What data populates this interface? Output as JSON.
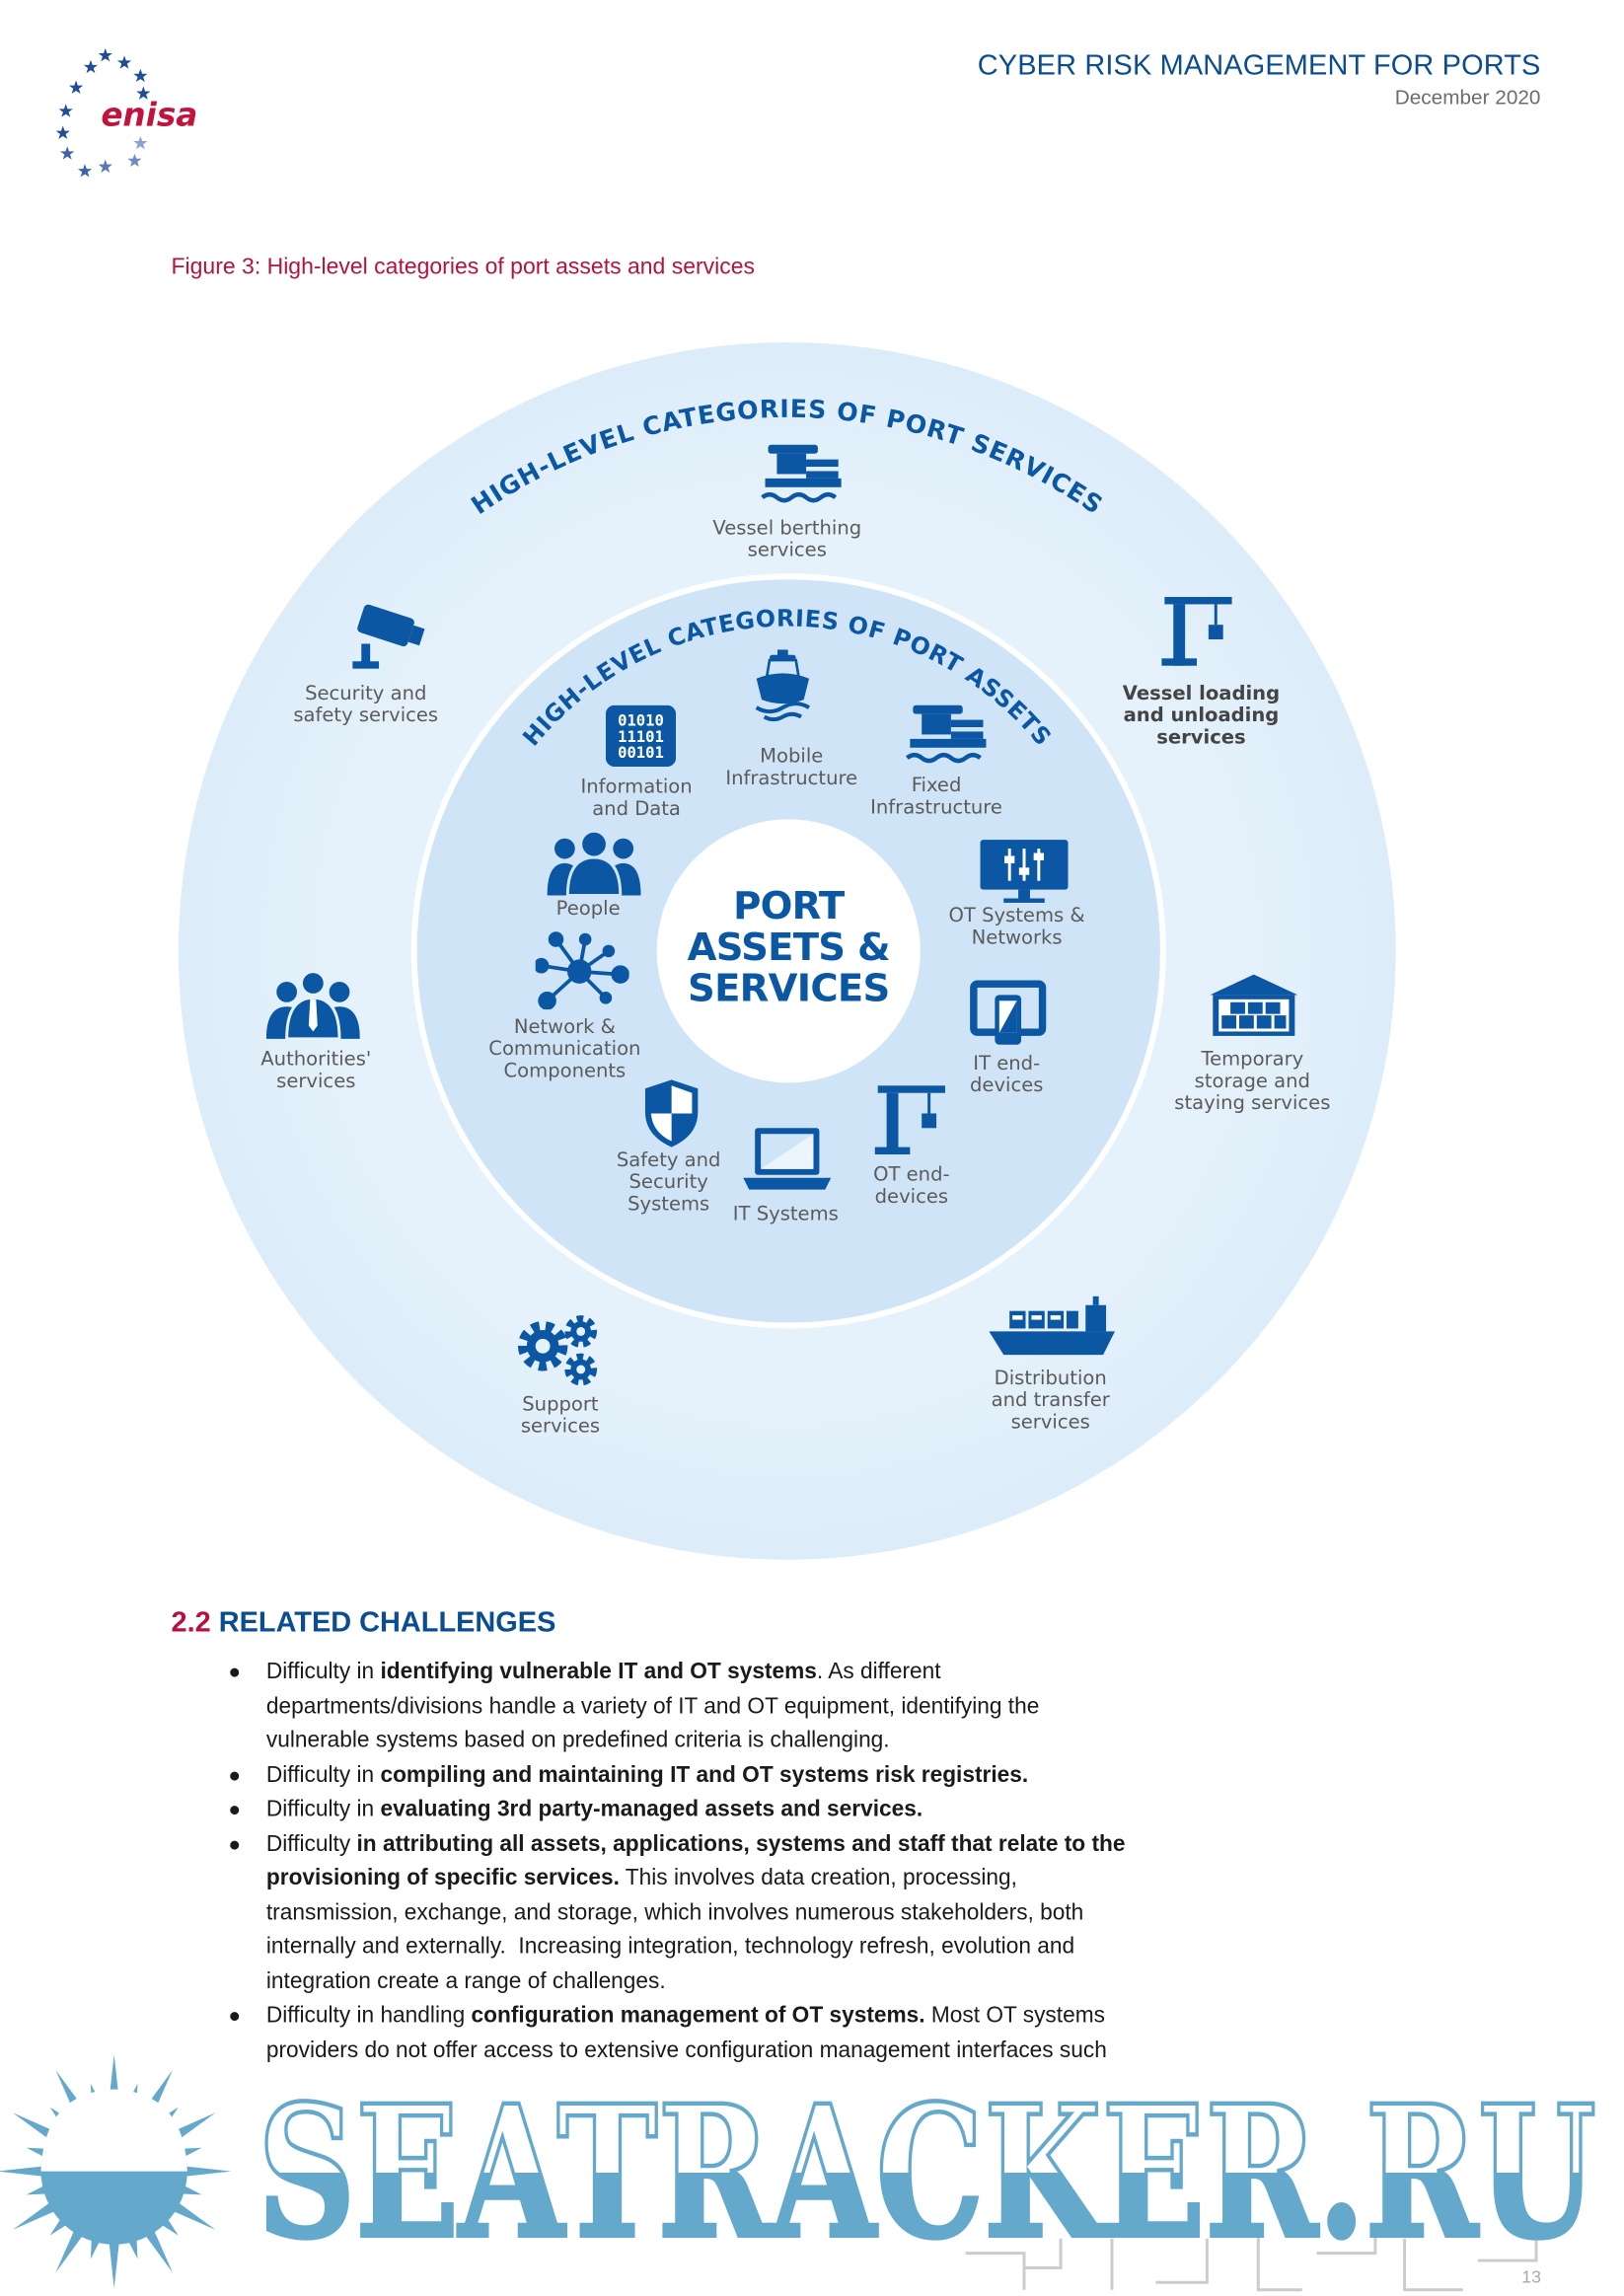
{
  "header": {
    "title": "CYBER RISK MANAGEMENT FOR PORTS",
    "date": "December 2020",
    "logo_text": "enisa"
  },
  "figure": {
    "caption_label": "Figure 3:",
    "caption_text": " High-level categories of port assets and services",
    "outer_arc_title": "HIGH-LEVEL CATEGORIES OF PORT SERVICES",
    "inner_arc_title": "HIGH-LEVEL CATEGORIES OF PORT ASSETS",
    "center_title": [
      "PORT",
      "ASSETS &",
      "SERVICES"
    ],
    "colors": {
      "icon": "#0b57a4",
      "outer_ring": "#e4f1fb",
      "inner_ring": "#cde4f6",
      "label": "#5b5b5b"
    },
    "services": [
      {
        "icon": "vessel-berthing-icon",
        "lines": [
          "Vessel berthing",
          "services"
        ]
      },
      {
        "icon": "security-camera-icon",
        "lines": [
          "Security and",
          "safety services"
        ]
      },
      {
        "icon": "crane-icon",
        "lines": [
          "Vessel loading",
          "and unloading",
          "services"
        ]
      },
      {
        "icon": "authorities-icon",
        "lines": [
          "Authorities'",
          "services"
        ]
      },
      {
        "icon": "warehouse-icon",
        "lines": [
          "Temporary",
          "storage and",
          "staying services"
        ]
      },
      {
        "icon": "gears-icon",
        "lines": [
          "Support",
          "services"
        ]
      },
      {
        "icon": "container-ship-icon",
        "lines": [
          "Distribution",
          "and transfer",
          "services"
        ]
      }
    ],
    "assets": [
      {
        "icon": "binary-data-icon",
        "binary": [
          "01010",
          "11101",
          "00101"
        ],
        "lines": [
          "Information",
          "and Data"
        ]
      },
      {
        "icon": "ship-icon",
        "lines": [
          "Mobile",
          "Infrastructure"
        ]
      },
      {
        "icon": "bollard-pier-icon",
        "lines": [
          "Fixed",
          "Infrastructure"
        ]
      },
      {
        "icon": "people-icon",
        "lines": [
          "People"
        ]
      },
      {
        "icon": "monitor-sliders-icon",
        "lines": [
          "OT Systems &",
          "Networks"
        ]
      },
      {
        "icon": "network-hub-icon",
        "lines": [
          "Network &",
          "Communication",
          "Components"
        ]
      },
      {
        "icon": "tablet-phone-icon",
        "lines": [
          "IT end-",
          "devices"
        ]
      },
      {
        "icon": "shield-icon",
        "lines": [
          "Safety and",
          "Security",
          "Systems"
        ]
      },
      {
        "icon": "laptop-icon",
        "lines": [
          "IT Systems"
        ]
      },
      {
        "icon": "crane-icon",
        "lines": [
          "OT end-",
          "devices"
        ]
      }
    ]
  },
  "section": {
    "number": "2.2",
    "title": " RELATED CHALLENGES"
  },
  "bullets": [
    [
      [
        {
          "t": "Difficulty in "
        },
        {
          "t": "identifying vulnerable IT and OT systems",
          "b": true
        },
        {
          "t": ". As different"
        }
      ],
      [
        {
          "t": "departments/divisions handle a variety of IT and OT equipment, identifying the"
        }
      ],
      [
        {
          "t": "vulnerable systems based on predefined criteria is challenging."
        }
      ]
    ],
    [
      [
        {
          "t": "Difficulty in "
        },
        {
          "t": "compiling and maintaining IT and OT systems risk registries.",
          "b": true
        }
      ]
    ],
    [
      [
        {
          "t": "Difficulty in "
        },
        {
          "t": "evaluating 3rd party-managed assets and services.",
          "b": true
        }
      ]
    ],
    [
      [
        {
          "t": "Difficulty "
        },
        {
          "t": "in attributing all assets, applications, systems and staff that relate to the",
          "b": true
        }
      ],
      [
        {
          "t": "provisioning of specific services.",
          "b": true
        },
        {
          "t": " This involves data creation, processing,"
        }
      ],
      [
        {
          "t": "transmission, exchange, and storage, which involves numerous stakeholders, both"
        }
      ],
      [
        {
          "t": "internally and externally.  Increasing integration, technology refresh, evolution and"
        }
      ],
      [
        {
          "t": "integration create a range of challenges."
        }
      ]
    ],
    [
      [
        {
          "t": "Difficulty in handling "
        },
        {
          "t": "configuration management of OT systems.",
          "b": true
        },
        {
          "t": " Most OT systems"
        }
      ],
      [
        {
          "t": "providers do not offer access to extensive configuration management interfaces such"
        }
      ]
    ]
  ],
  "page_number": "13",
  "watermark": {
    "text": "SEATRACKER.RU",
    "color": "#64a9cc"
  }
}
